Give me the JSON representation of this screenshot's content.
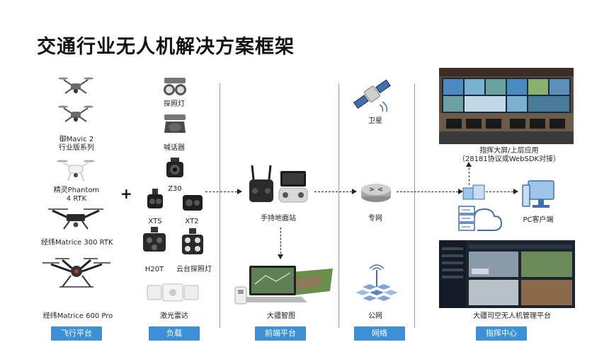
{
  "title": "交通行业无人机解决方案框架",
  "categories": {
    "flight": "飞行平台",
    "payload": "负载",
    "front": "前端平台",
    "network": "网络",
    "command": "指挥中心"
  },
  "flight": {
    "mavic_line1": "御Mavic 2",
    "mavic_line2": "行业版系列",
    "phantom_line1": "精灵Phantom",
    "phantom_line2": "4 RTK",
    "m300": "经纬Matrice 300 RTK",
    "m600": "经纬Matrice 600 Pro"
  },
  "payload": {
    "spotlight": "探照灯",
    "speaker": "喊话器",
    "z30": "Z30",
    "xts": "XTS",
    "xt2": "XT2",
    "h20t": "H20T",
    "gimbal_light": "云台探照灯",
    "lidar": "激光雷达"
  },
  "plus": "+",
  "front": {
    "ground_station": "手持地面站",
    "mapping": "大疆智图"
  },
  "network": {
    "satellite": "卫星",
    "private_net": "专网",
    "public_net": "公网"
  },
  "command": {
    "screen_line1": "指挥大屏/上层应用",
    "screen_line2": "（28181协议或WebSDK对接）",
    "pc_client": "PC客户端",
    "platform": "大疆司空无人机管理平台"
  },
  "colors": {
    "category_bg": "#3d8fd8",
    "divider": "#c98a8a"
  }
}
